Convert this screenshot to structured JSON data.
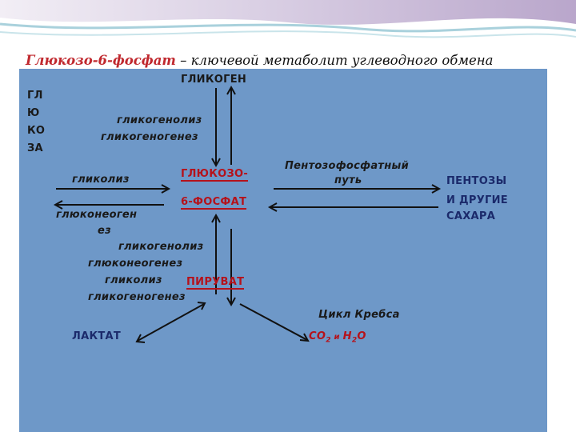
{
  "slide": {
    "title_key": "Глюкозо-6-фосфат",
    "title_rest": " – ключевой метаболит углеводного обмена"
  },
  "nodes": {
    "glycogen": "ГЛИКОГЕН",
    "glucose_lines": [
      "ГЛ",
      "Ю",
      "КО",
      "ЗА"
    ],
    "g6p_line1": "ГЛЮКОЗО-",
    "g6p_line2": "6-ФОСФАТ",
    "pentoses_line1": "ПЕНТОЗЫ",
    "pentoses_line2": "И ДРУГИЕ",
    "pentoses_line3": "САХАРА",
    "pyruvate": "ПИРУВАТ",
    "lactate": "ЛАКТАТ",
    "co2": "CO",
    "co2_sub": "2",
    "and": " и ",
    "h2o_h": "H",
    "h2o_sub": "2",
    "h2o_o": "O"
  },
  "processes": {
    "glycogenolysis_top": "гликогенолиз",
    "glycogenogenesis_top": "гликогеногенез",
    "glycolysis_left": "гликолиз",
    "gluconeogenesis_left_1": "глюконеоген",
    "gluconeogenesis_left_2": "ез",
    "pentose_path_1": "Пентозофосфатный",
    "pentose_path_2": "путь",
    "glycogenolysis_mid": "гликогенолиз",
    "gluconeogenesis_mid": "глюконеогенез",
    "glycolysis_mid": "гликолиз",
    "glycogenogenesis_mid": "гликогеногенез",
    "krebs": "Цикл Кребса"
  },
  "colors": {
    "panel": "#6e98c8",
    "accent_red": "#b5121b",
    "navy": "#1b2a6b"
  }
}
